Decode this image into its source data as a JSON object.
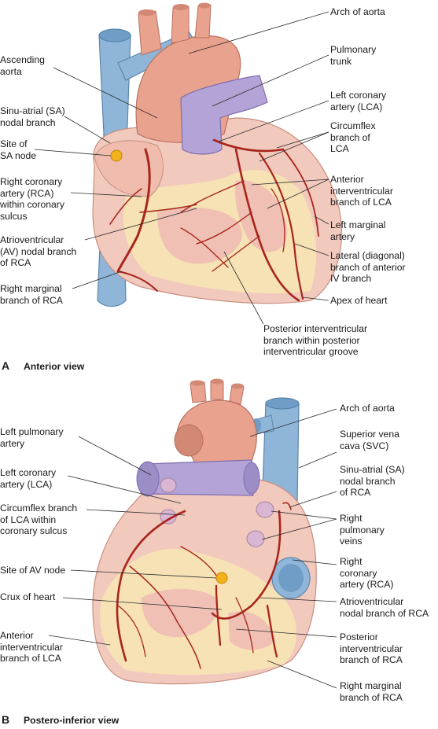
{
  "panel_a": {
    "letter": "A",
    "caption": "Anterior view",
    "labels": {
      "arch_of_aorta": "Arch of aorta",
      "ascending_aorta": "Ascending\naorta",
      "pulmonary_trunk": "Pulmonary\ntrunk",
      "sa_nodal_branch": "Sinu-atrial (SA)\nnodal branch",
      "left_coronary_artery": "Left coronary\nartery (LCA)",
      "site_of_sa_node": "Site of\nSA node",
      "circumflex_branch": "Circumflex\nbranch of\nLCA",
      "right_coronary_artery": "Right coronary\nartery (RCA)\nwithin coronary\nsulcus",
      "anterior_interventricular": "Anterior\ninterventricular\nbranch of LCA",
      "left_marginal_artery": "Left marginal\nartery",
      "av_nodal_branch": "Atrioventricular\n(AV) nodal branch\nof RCA",
      "lateral_diagonal_branch": "Lateral (diagonal)\nbranch of anterior\nIV branch",
      "right_marginal_branch": "Right marginal\nbranch of RCA",
      "apex_of_heart": "Apex of heart",
      "posterior_interventricular": "Posterior interventricular\nbranch within posterior\ninterventricular groove"
    }
  },
  "panel_b": {
    "letter": "B",
    "caption": "Postero-inferior view",
    "labels": {
      "arch_of_aorta": "Arch of aorta",
      "left_pulmonary_artery": "Left pulmonary\nartery",
      "superior_vena_cava": "Superior vena\ncava (SVC)",
      "left_coronary_artery": "Left coronary\nartery (LCA)",
      "sa_nodal_branch": "Sinu-atrial (SA)\nnodal branch\nof RCA",
      "circumflex_branch": "Circumflex branch\nof LCA within\ncoronary sulcus",
      "right_pulmonary_veins": "Right\npulmonary\nveins",
      "site_of_av_node": "Site of AV node",
      "right_coronary_artery": "Right\ncoronary\nartery (RCA)",
      "crux_of_heart": "Crux of heart",
      "av_nodal_branch": "Atrioventricular\nnodal branch of RCA",
      "anterior_interventricular": "Anterior\ninterventricular\nbranch of LCA",
      "posterior_interventricular": "Posterior\ninterventricular\nbranch of RCA",
      "right_marginal_branch": "Right marginal\nbranch of RCA"
    }
  },
  "colors": {
    "aorta": "#e9a28e",
    "vena_cava": "#8fb6d8",
    "pulmonary": "#b3a3d6",
    "myocardium": "#f2c9bd",
    "fat": "#f7e6b3",
    "artery": "#a8251c",
    "node": "#f3b21b"
  }
}
